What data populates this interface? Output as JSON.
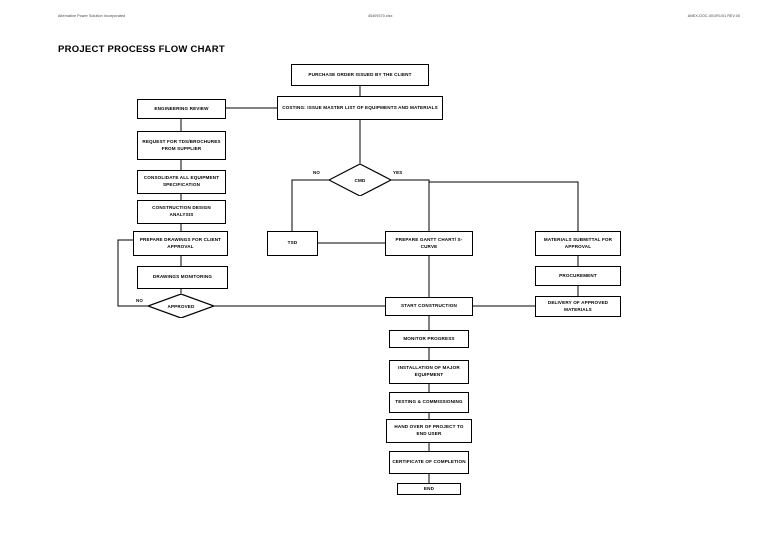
{
  "page": {
    "header_left": "Alternative Power Solution Incorporated",
    "header_center": "45409370.xlsx",
    "header_right": "ANEX-DOC-001/R1/01 REV.00"
  },
  "chart_data": {
    "type": "diagram",
    "title": "PROJECT PROCESS FLOW CHART",
    "subtype": "flowchart",
    "orientation": "top-down",
    "nodes": [
      {
        "id": "purchase_order",
        "shape": "process",
        "label": "PURCHASE ORDER ISSUED BY THE CLIENT"
      },
      {
        "id": "costing",
        "shape": "process",
        "label": "COSTING: ISSUE MASTER LIST OF EQUIPMENTS AND MATERIALS"
      },
      {
        "id": "engineering",
        "shape": "process",
        "label": "ENGINEERING REVIEW"
      },
      {
        "id": "request_tds",
        "shape": "process",
        "label": "REQUEST FOR TDS/BROCHURES FROM SUPPLIER"
      },
      {
        "id": "consolidate",
        "shape": "process",
        "label": "CONSOLIDATE ALL EQUIPMENT SPECIFICATION"
      },
      {
        "id": "construction_design",
        "shape": "process",
        "label": "CONSTRUCTION DESIGN ANALYSIS"
      },
      {
        "id": "prepare_drawings",
        "shape": "process",
        "label": "PREPARE DRAWINGS FOR CLIENT APPROVAL"
      },
      {
        "id": "drawings_monitor",
        "shape": "process",
        "label": "DRAWINGS  MONITORING"
      },
      {
        "id": "approved",
        "shape": "decision",
        "label": "APPROVED"
      },
      {
        "id": "cmd",
        "shape": "decision",
        "label": "CMD"
      },
      {
        "id": "tsd",
        "shape": "process",
        "label": "TSD"
      },
      {
        "id": "gantt",
        "shape": "process",
        "label": "PREPARE GANTT CHART/ S-CURVE"
      },
      {
        "id": "materials_sub",
        "shape": "process",
        "label": "MATERIALS SUBMITTAL FOR APPROVAL"
      },
      {
        "id": "procurement",
        "shape": "process",
        "label": "PROCUREMENT"
      },
      {
        "id": "delivery",
        "shape": "process",
        "label": "DELIVERY OF APPROVED MATERIALS"
      },
      {
        "id": "start_const",
        "shape": "process",
        "label": "START CONSTRUCTION"
      },
      {
        "id": "monitor_progress",
        "shape": "process",
        "label": "MONITOR PROGRESS"
      },
      {
        "id": "installation",
        "shape": "process",
        "label": "INSTALLATION OF MAJOR EQUIPMENT"
      },
      {
        "id": "testing",
        "shape": "process",
        "label": "TESTING & COMMISSIONING"
      },
      {
        "id": "handover",
        "shape": "process",
        "label": "HAND OVER OF PROJECT TO END USER"
      },
      {
        "id": "certificate",
        "shape": "process",
        "label": "CERTIFICATE OF COMPLETION"
      },
      {
        "id": "end",
        "shape": "terminator",
        "label": "END"
      }
    ],
    "edge_labels": {
      "cmd_no": "NO",
      "cmd_yes": "YES",
      "approved_no": "NO"
    },
    "edges": [
      {
        "from": "purchase_order",
        "to": "costing"
      },
      {
        "from": "costing",
        "to": "engineering"
      },
      {
        "from": "costing",
        "to": "cmd"
      },
      {
        "from": "engineering",
        "to": "request_tds"
      },
      {
        "from": "request_tds",
        "to": "consolidate"
      },
      {
        "from": "consolidate",
        "to": "construction_design"
      },
      {
        "from": "construction_design",
        "to": "prepare_drawings"
      },
      {
        "from": "prepare_drawings",
        "to": "drawings_monitor"
      },
      {
        "from": "drawings_monitor",
        "to": "approved"
      },
      {
        "from": "approved",
        "to": "prepare_drawings",
        "label": "NO"
      },
      {
        "from": "approved",
        "to": "start_const"
      },
      {
        "from": "cmd",
        "to": "tsd",
        "label": "NO"
      },
      {
        "from": "cmd",
        "to": "gantt",
        "label": "YES"
      },
      {
        "from": "cmd",
        "to": "materials_sub",
        "label": "YES"
      },
      {
        "from": "tsd",
        "to": "gantt"
      },
      {
        "from": "gantt",
        "to": "start_const"
      },
      {
        "from": "materials_sub",
        "to": "procurement"
      },
      {
        "from": "procurement",
        "to": "delivery"
      },
      {
        "from": "delivery",
        "to": "start_const"
      },
      {
        "from": "start_const",
        "to": "monitor_progress"
      },
      {
        "from": "monitor_progress",
        "to": "installation"
      },
      {
        "from": "installation",
        "to": "testing"
      },
      {
        "from": "testing",
        "to": "handover"
      },
      {
        "from": "handover",
        "to": "certificate"
      },
      {
        "from": "certificate",
        "to": "end"
      }
    ]
  }
}
